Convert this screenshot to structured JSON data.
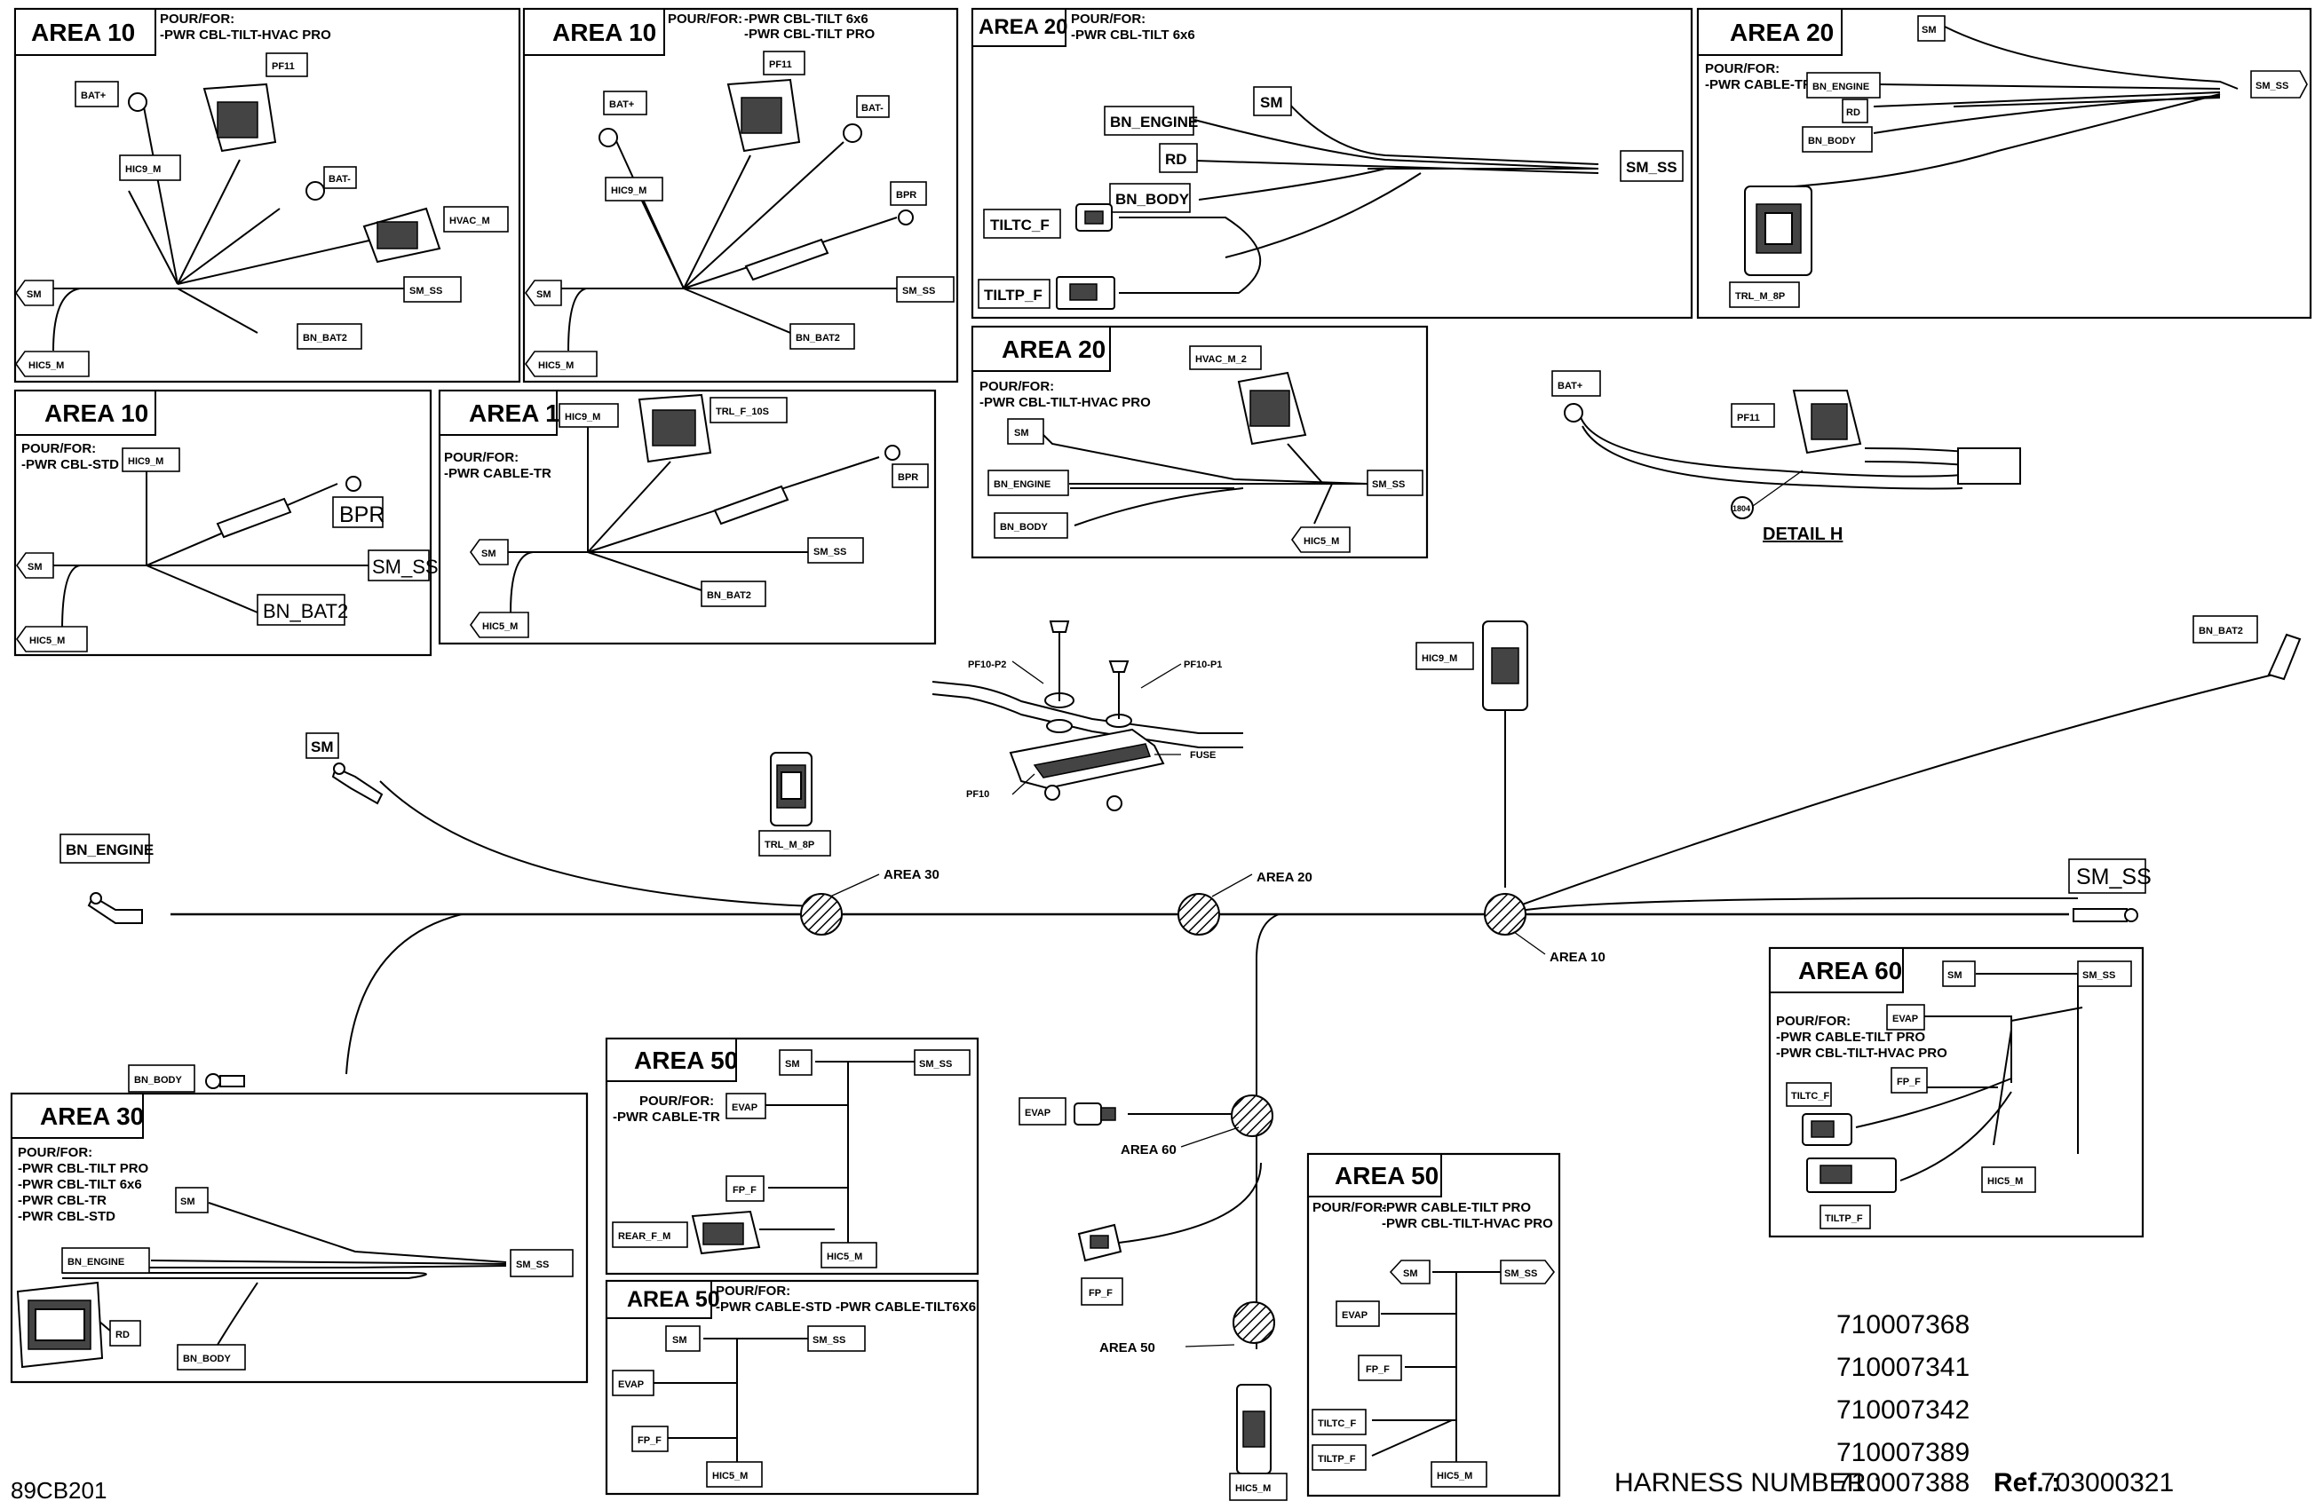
{
  "document": {
    "figure_code": "89CB201",
    "harness_label": "HARNESS NUMBER :",
    "harness_numbers": [
      "710007368",
      "710007341",
      "710007342",
      "710007389",
      "710007388"
    ],
    "ref_label": "Ref. :",
    "ref_value": "703000321"
  },
  "pour_for_label": "POUR/FOR:",
  "main_harness": {
    "labels": {
      "bn_engine": "BN_ENGINE",
      "sm": "SM",
      "trl_m_8p": "TRL_M_8P",
      "hic9_m": "HIC9_M",
      "bn_bat2": "BN_BAT2",
      "sm_ss": "SM_SS",
      "bn_body": "BN_BODY",
      "evap": "EVAP",
      "fp_f": "FP_F",
      "hic5_m": "HIC5_M"
    },
    "callouts": {
      "area30": "AREA 30",
      "area20": "AREA 20",
      "area10": "AREA 10",
      "area60": "AREA 60",
      "area50": "AREA 50",
      "pf10_p2": "PF10-P2",
      "pf10_p1": "PF10-P1",
      "fuse": "FUSE",
      "pf10": "PF10"
    }
  },
  "detail_h": {
    "title": "DETAIL H",
    "labels": {
      "bat_plus": "BAT+",
      "pf11": "PF11",
      "ref": "1804"
    }
  },
  "areas": [
    {
      "id": "a10-hvac",
      "title": "AREA 10",
      "pour_for": [
        "-PWR CBL-TILT-HVAC PRO"
      ],
      "labels": {
        "bat_plus": "BAT+",
        "pf11": "PF11",
        "hic9_m": "HIC9_M",
        "bat_minus": "BAT-",
        "hvac_m": "HVAC_M",
        "sm": "SM",
        "sm_ss": "SM_SS",
        "bn_bat2": "BN_BAT2",
        "hic5_m": "HIC5_M"
      }
    },
    {
      "id": "a10-tilt",
      "title": "AREA 10",
      "pour_for": [
        "-PWR CBL-TILT 6x6",
        "-PWR CBL-TILT PRO"
      ],
      "labels": {
        "bat_plus": "BAT+",
        "pf11": "PF11",
        "bat_minus": "BAT-",
        "hic9_m": "HIC9_M",
        "bpr": "BPR",
        "sm": "SM",
        "sm_ss": "SM_SS",
        "bn_bat2": "BN_BAT2",
        "hic5_m": "HIC5_M"
      }
    },
    {
      "id": "a20-tilt6x6",
      "title": "AREA 20",
      "pour_for": [
        "-PWR CBL-TILT 6x6"
      ],
      "labels": {
        "sm": "SM",
        "bn_engine": "BN_ENGINE",
        "rd": "RD",
        "sm_ss": "SM_SS",
        "bn_body": "BN_BODY",
        "tiltc_f": "TILTC_F",
        "tiltp_f": "TILTP_F"
      }
    },
    {
      "id": "a20-tr",
      "title": "AREA 20",
      "pour_for": [
        "-PWR CABLE-TR"
      ],
      "labels": {
        "sm": "SM",
        "bn_engine": "BN_ENGINE",
        "rd": "RD",
        "bn_body": "BN_BODY",
        "sm_ss": "SM_SS",
        "trl_m_8p": "TRL_M_8P"
      }
    },
    {
      "id": "a10-std",
      "title": "AREA 10",
      "pour_for": [
        "-PWR CBL-STD"
      ],
      "labels": {
        "hic9_m": "HIC9_M",
        "bpr": "BPR",
        "sm": "SM",
        "sm_ss": "SM_SS",
        "bn_bat2": "BN_BAT2",
        "hic5_m": "HIC5_M"
      }
    },
    {
      "id": "a10-tr",
      "title": "AREA 10",
      "pour_for": [
        "-PWR CABLE-TR"
      ],
      "labels": {
        "hic9_m": "HIC9_M",
        "trl_f_10s": "TRL_F_10S",
        "bpr": "BPR",
        "sm": "SM",
        "sm_ss": "SM_SS",
        "bn_bat2": "BN_BAT2",
        "hic5_m": "HIC5_M"
      }
    },
    {
      "id": "a20-hvac",
      "title": "AREA 20",
      "pour_for": [
        "-PWR CBL-TILT-HVAC PRO"
      ],
      "labels": {
        "hvac_m_2": "HVAC_M_2",
        "sm": "SM",
        "bn_engine": "BN_ENGINE",
        "sm_ss": "SM_SS",
        "bn_body": "BN_BODY",
        "hic5_m": "HIC5_M"
      }
    },
    {
      "id": "a60",
      "title": "AREA 60",
      "pour_for": [
        "-PWR CABLE-TILT PRO",
        "-PWR CBL-TILT-HVAC PRO"
      ],
      "labels": {
        "sm": "SM",
        "sm_ss": "SM_SS",
        "evap": "EVAP",
        "fp_f": "FP_F",
        "tiltc_f": "TILTC_F",
        "hic5_m": "HIC5_M",
        "tiltp_f": "TILTP_F"
      }
    },
    {
      "id": "a30",
      "title": "AREA 30",
      "pour_for": [
        "-PWR CBL-TILT PRO",
        "-PWR CBL-TILT 6x6",
        "-PWR CBL-TR",
        "-PWR CBL-STD"
      ],
      "labels": {
        "sm": "SM",
        "bn_engine": "BN_ENGINE",
        "sm_ss": "SM_SS",
        "rd": "RD",
        "bn_body": "BN_BODY"
      }
    },
    {
      "id": "a50-tr",
      "title": "AREA 50",
      "pour_for": [
        "-PWR CABLE-TR"
      ],
      "labels": {
        "sm": "SM",
        "sm_ss": "SM_SS",
        "evap": "EVAP",
        "fp_f": "FP_F",
        "rear_f_m": "REAR_F_M",
        "hic5_m": "HIC5_M"
      }
    },
    {
      "id": "a50-std",
      "title": "AREA 50",
      "pour_for": [
        "-PWR CABLE-STD  -PWR CABLE-TILT6X6"
      ],
      "labels": {
        "sm": "SM",
        "sm_ss": "SM_SS",
        "evap": "EVAP",
        "fp_f": "FP_F",
        "hic5_m": "HIC5_M"
      }
    },
    {
      "id": "a50-tilt",
      "title": "AREA 50",
      "pour_for": [
        "-PWR CABLE-TILT PRO",
        "-PWR CBL-TILT-HVAC PRO"
      ],
      "labels": {
        "sm": "SM",
        "sm_ss": "SM_SS",
        "evap": "EVAP",
        "fp_f": "FP_F",
        "tiltc_f": "TILTC_F",
        "tiltp_f": "TILTP_F",
        "hic5_m": "HIC5_M"
      }
    }
  ]
}
